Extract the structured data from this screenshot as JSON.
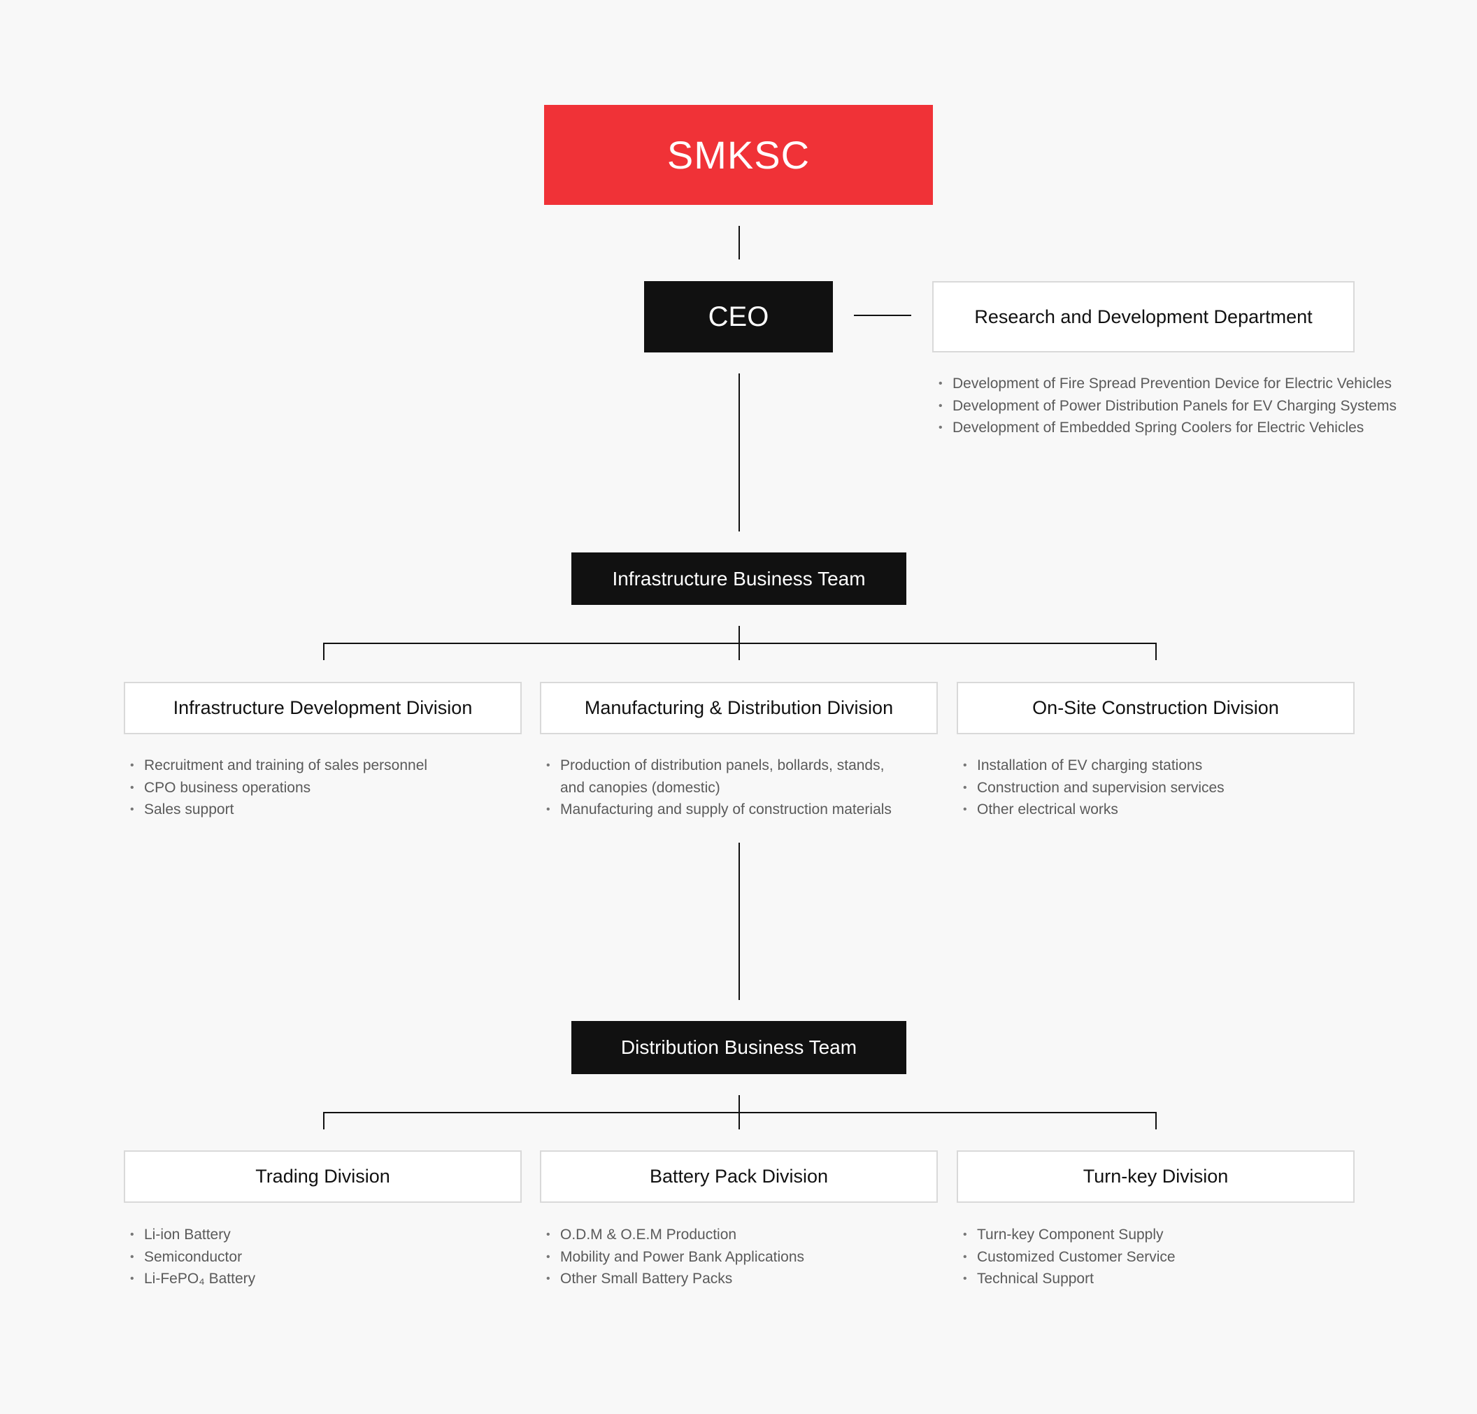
{
  "root": {
    "label": "SMKSC"
  },
  "ceo": {
    "label": "CEO"
  },
  "rnd": {
    "label": "Research and Development Department",
    "items": [
      "Development of Fire Spread Prevention Device for Electric Vehicles",
      "Development of Power Distribution Panels for EV Charging Systems",
      "Development of Embedded Spring Coolers for Electric Vehicles"
    ]
  },
  "infra_team": {
    "label": "Infrastructure Business Team",
    "divisions": [
      {
        "label": "Infrastructure Development Division",
        "items": [
          "Recruitment and training of sales personnel",
          "CPO business operations",
          "Sales support"
        ]
      },
      {
        "label": "Manufacturing & Distribution Division",
        "items": [
          "Production of distribution panels, bollards, stands,\nand canopies (domestic)",
          "Manufacturing and supply of construction materials"
        ]
      },
      {
        "label": "On-Site Construction Division",
        "items": [
          "Installation of EV charging stations",
          "Construction and supervision services",
          "Other electrical works"
        ]
      }
    ]
  },
  "dist_team": {
    "label": "Distribution Business Team",
    "divisions": [
      {
        "label": "Trading Division",
        "items": [
          "Li-ion Battery",
          "Semiconductor",
          "Li-FePO₄ Battery"
        ]
      },
      {
        "label": "Battery Pack Division",
        "items": [
          "O.D.M & O.E.M Production",
          "Mobility and Power Bank Applications",
          "Other Small Battery Packs"
        ]
      },
      {
        "label": "Turn-key Division",
        "items": [
          "Turn-key Component Supply",
          "Customized Customer Service",
          "Technical Support"
        ]
      }
    ]
  }
}
